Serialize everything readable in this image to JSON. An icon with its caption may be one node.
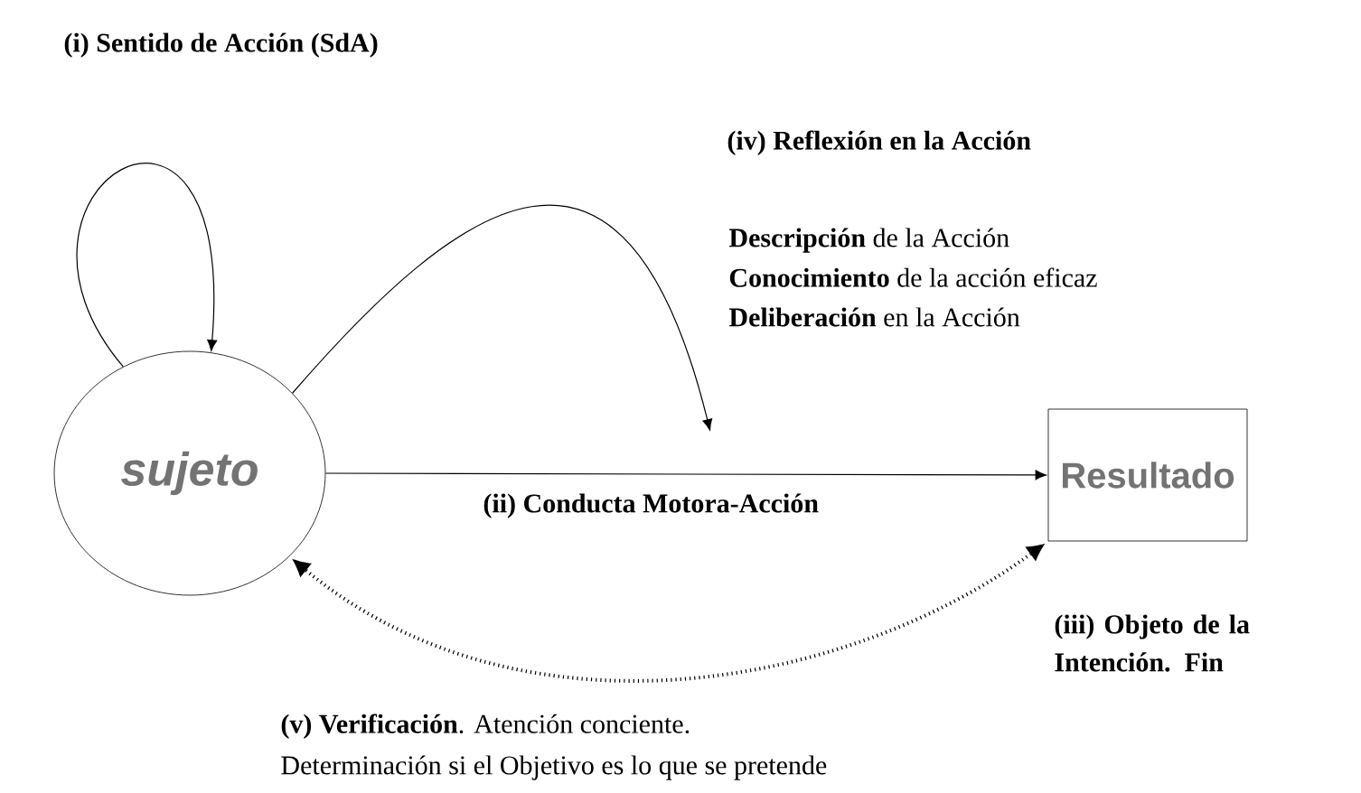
{
  "diagram": {
    "nodes": [
      {
        "text": [
          "sujeto"
        ]
      },
      {
        "text": [
          "Resultado"
        ],
        "beside": [
          "(iii) Objeto de la Intención. Fin"
        ]
      }
    ],
    "edges": [
      {
        "from": 0,
        "to": 0,
        "arrow": "to",
        "label": "(i) Sentido de Acción  (SdA)"
      },
      {
        "from": 0,
        "to": 1,
        "arrow": "to",
        "label": "(ii) Conducta Motora-Acción"
      },
      {
        "from": 0,
        "to": null,
        "arrow": "to",
        "label": "(iv) Reflexión en la Acción"
      },
      {
        "from": 0,
        "to": 1,
        "arrow": "both",
        "style": "dashed",
        "label": "**(v) Verificación**. Atención conciente."
      }
    ],
    "labels": [
      "**Descripción** de la Acción",
      "**Conocimiento** de la acción eficaz",
      "**Deliberación** en la Acción",
      "Determinación si el Objetivo es lo que se pretende"
    ]
  }
}
